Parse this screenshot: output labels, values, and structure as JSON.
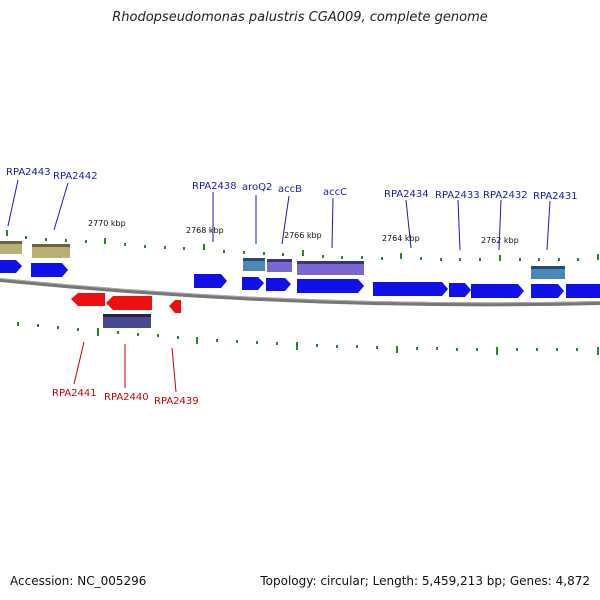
{
  "title": "Rhodopseudomonas palustris CGA009, complete genome",
  "footer": {
    "accession": "Accession: NC_005296",
    "summary": "Topology: circular; Length: 5,459,213 bp; Genes: 4,872"
  },
  "scale_labels": [
    "2770 kbp",
    "2768 kbp",
    "2766 kbp",
    "2764 kbp",
    "2762 kbp"
  ],
  "top_labels": [
    "RPA2443",
    "RPA2442",
    "RPA2438",
    "aroQ2",
    "accB",
    "accC",
    "RPA2434",
    "RPA2433",
    "RPA2432",
    "RPA2431"
  ],
  "bottom_labels": [
    "RPA2441",
    "RPA2440",
    "RPA2439"
  ],
  "colors": {
    "forward_gene": "#1010e8",
    "reverse_gene": "#ee1010",
    "olive": "#b8b070",
    "purple": "#7a68d0",
    "dark_purple": "#4a4890",
    "teal": "#4a88b8",
    "backbone": "#777777",
    "tick": "#228822",
    "label_forward": "#1a1ab8",
    "label_reverse": "#cc0000"
  }
}
